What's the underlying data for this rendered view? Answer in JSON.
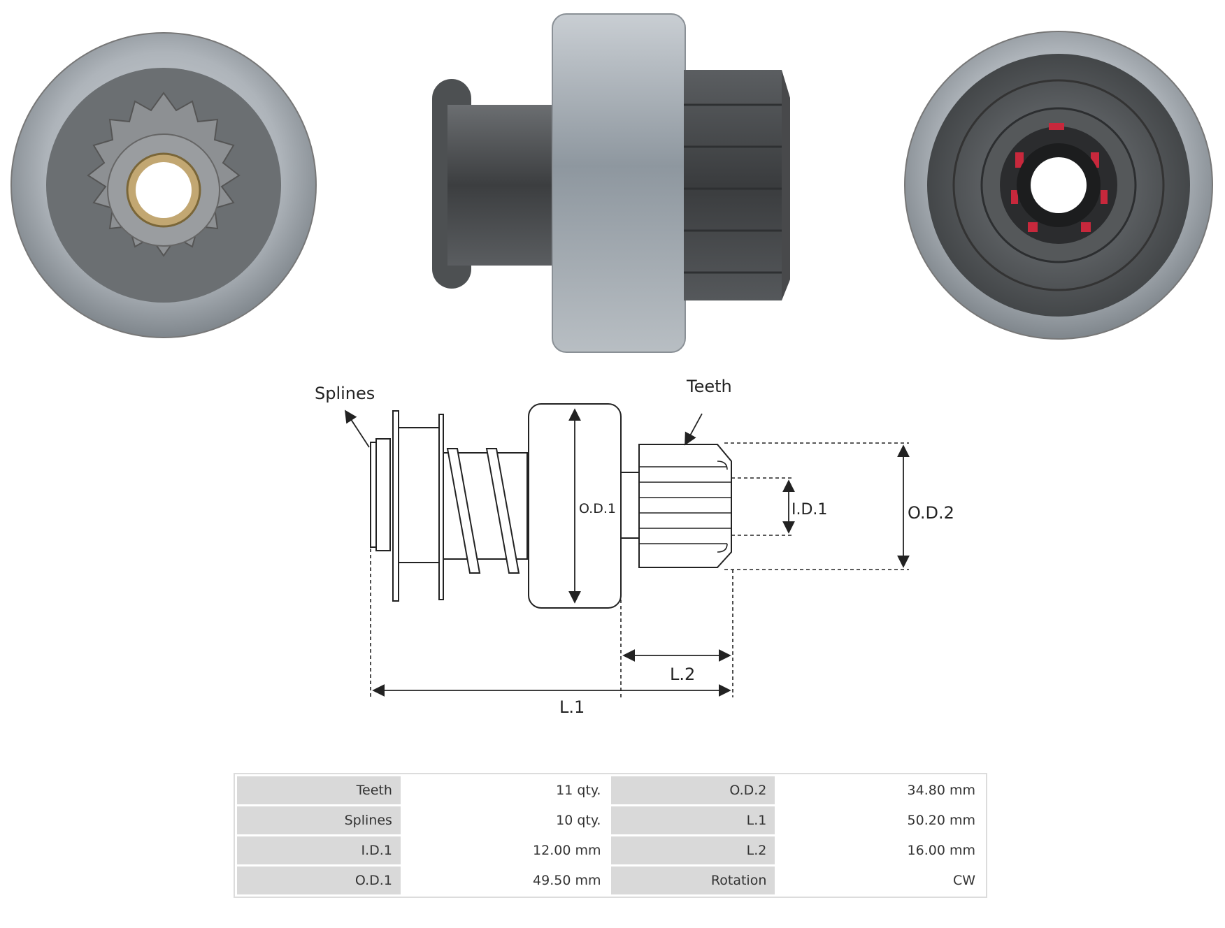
{
  "diagram": {
    "labels": {
      "splines": "Splines",
      "teeth": "Teeth",
      "od1": "O.D.1",
      "id1": "I.D.1",
      "od2": "O.D.2",
      "l2": "L.2",
      "l1": "L.1"
    }
  },
  "specs": {
    "rows": [
      {
        "k1": "Teeth",
        "v1": "11 qty.",
        "k2": "O.D.2",
        "v2": "34.80 mm"
      },
      {
        "k1": "Splines",
        "v1": "10 qty.",
        "k2": "L.1",
        "v2": "50.20 mm"
      },
      {
        "k1": "I.D.1",
        "v1": "12.00 mm",
        "k2": "L.2",
        "v2": "16.00 mm"
      },
      {
        "k1": "O.D.1",
        "v1": "49.50 mm",
        "k2": "Rotation",
        "v2": "CW"
      }
    ]
  },
  "colors": {
    "steel": "#a9b0b6",
    "dark_metal": "#4a4c4e",
    "red_accent": "#c8283c"
  }
}
